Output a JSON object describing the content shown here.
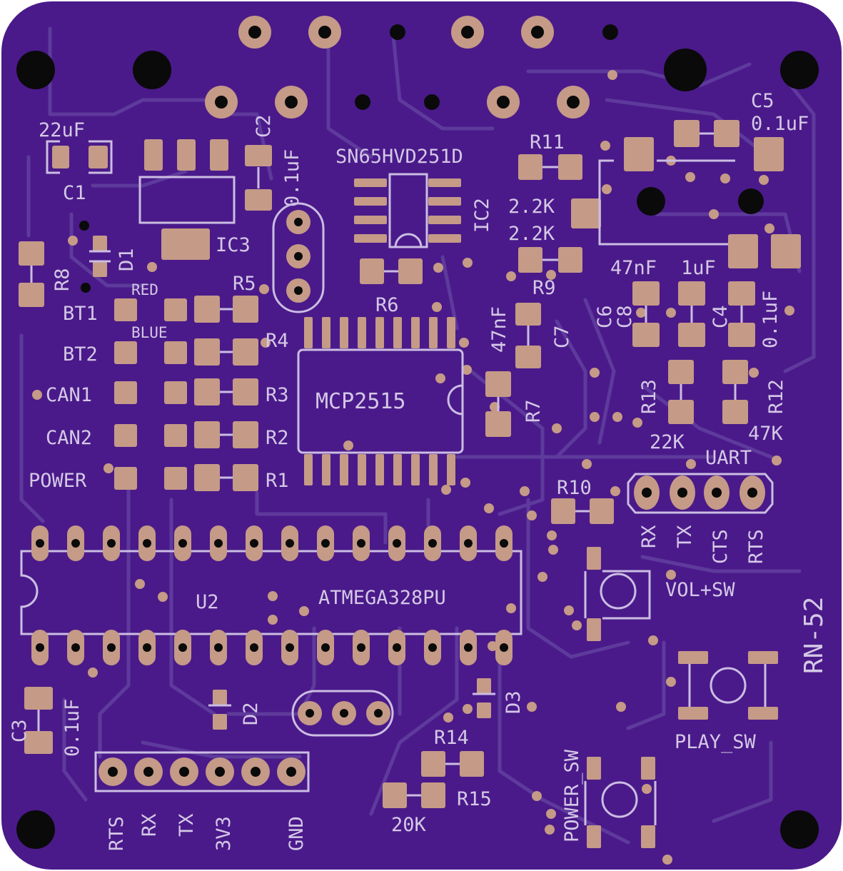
{
  "board": {
    "name": "RN-52",
    "colors": {
      "substrate": "#4a1a8a",
      "silkscreen": "#d4c8e6",
      "copper": "#c59a87",
      "trace": "#5e3a9c",
      "hole": "#0a0a0a"
    }
  },
  "labels": {
    "c1_value": "22uF",
    "c1": "C1",
    "c2": "C2",
    "c2_value": "0.1uF",
    "ic3": "IC3",
    "d1": "D1",
    "r8": "R8",
    "ic2_part": "SN65HVD251D",
    "ic2": "IC2",
    "r11": "R11",
    "r11_value": "2.2K",
    "r9_value": "2.2K",
    "r9": "R9",
    "c5": "C5",
    "c5_value": "0.1uF",
    "r5": "R5",
    "r6": "R6",
    "r4": "R4",
    "r3": "R3",
    "r2": "R2",
    "r1": "R1",
    "led_red": "RED",
    "led_blue": "BLUE",
    "bt1": "BT1",
    "bt2": "BT2",
    "can1": "CAN1",
    "can2": "CAN2",
    "power": "POWER",
    "mcp": "MCP2515",
    "c7_value": "47nF",
    "c7": "C7",
    "r7": "R7",
    "c6_value": "47nF",
    "c4_value": "1uF",
    "c6": "C6",
    "c8": "C8",
    "c4": "C4",
    "c8_value": "0.1uF",
    "r13": "R13",
    "r12": "R12",
    "r13_value": "22K",
    "r12_value": "47K",
    "uart": "UART",
    "r10": "R10",
    "uart_rx": "RX",
    "uart_tx": "TX",
    "uart_cts": "CTS",
    "uart_rts": "RTS",
    "vol_sw": "VOL+SW",
    "play_sw": "PLAY_SW",
    "power_sw": "POWER_SW",
    "u2": "U2",
    "u2_part": "ATMEGA328PU",
    "c3": "C3",
    "c3_value": "0.1uF",
    "d2": "D2",
    "d3": "D3",
    "r14": "R14",
    "r15": "R15",
    "r15_value": "20K",
    "header_rts": "RTS",
    "header_rx": "RX",
    "header_tx": "TX",
    "header_3v3": "3V3",
    "header_gnd": "GND"
  }
}
